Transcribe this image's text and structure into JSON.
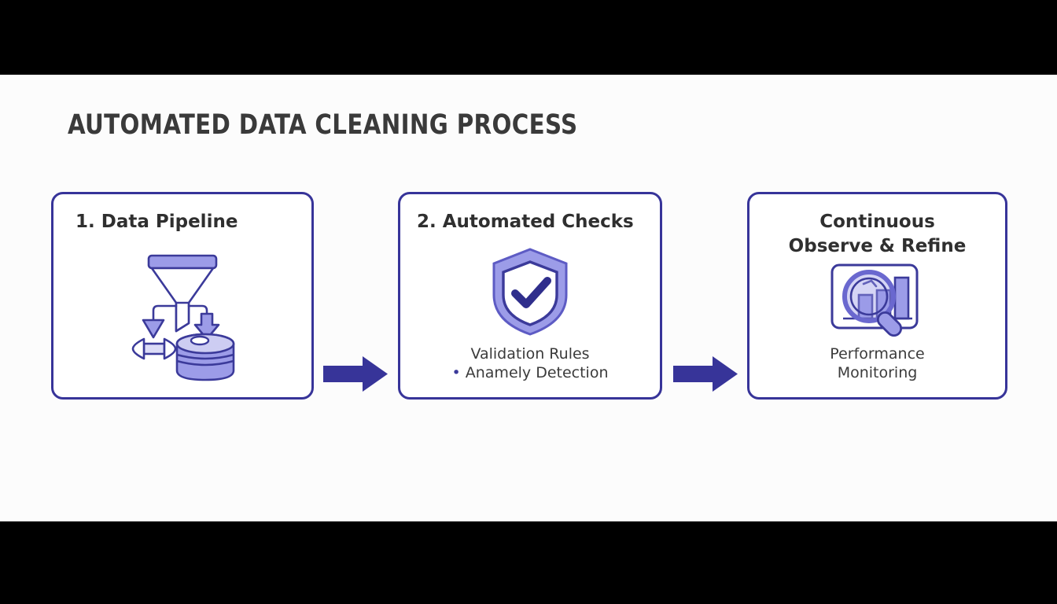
{
  "slide": {
    "title": "AUTOMATED DATA CLEANING PROCESS",
    "background_color": "#fcfcfc",
    "letterbox_color": "#000000",
    "accent_color": "#373499",
    "icon_fill_color": "#9c9ce8",
    "title_color": "#3a3a3a"
  },
  "flow": {
    "steps": [
      {
        "title": "1. Data Pipeline",
        "icon": "funnel-database-icon",
        "caption_lines": [],
        "bullet_lines": []
      },
      {
        "title": "2. Automated Checks",
        "icon": "shield-check-icon",
        "caption_lines": [
          "Validation Rules",
          "Anamely Detection"
        ],
        "bullet_lines": [
          false,
          true
        ]
      },
      {
        "title_line1": "Continuous",
        "title_line2": "Observe & Refine",
        "icon": "chart-magnifier-icon",
        "caption_lines": [
          "Performance",
          "Monitoring"
        ],
        "bullet_lines": [
          false,
          false
        ]
      }
    ],
    "connectors": [
      {
        "icon": "arrow-right-icon",
        "from": "1. Data Pipeline",
        "to": "2. Automated Checks"
      },
      {
        "icon": "arrow-right-icon",
        "from": "2. Automated Checks",
        "to": "Continuous Observe & Refine"
      }
    ]
  }
}
